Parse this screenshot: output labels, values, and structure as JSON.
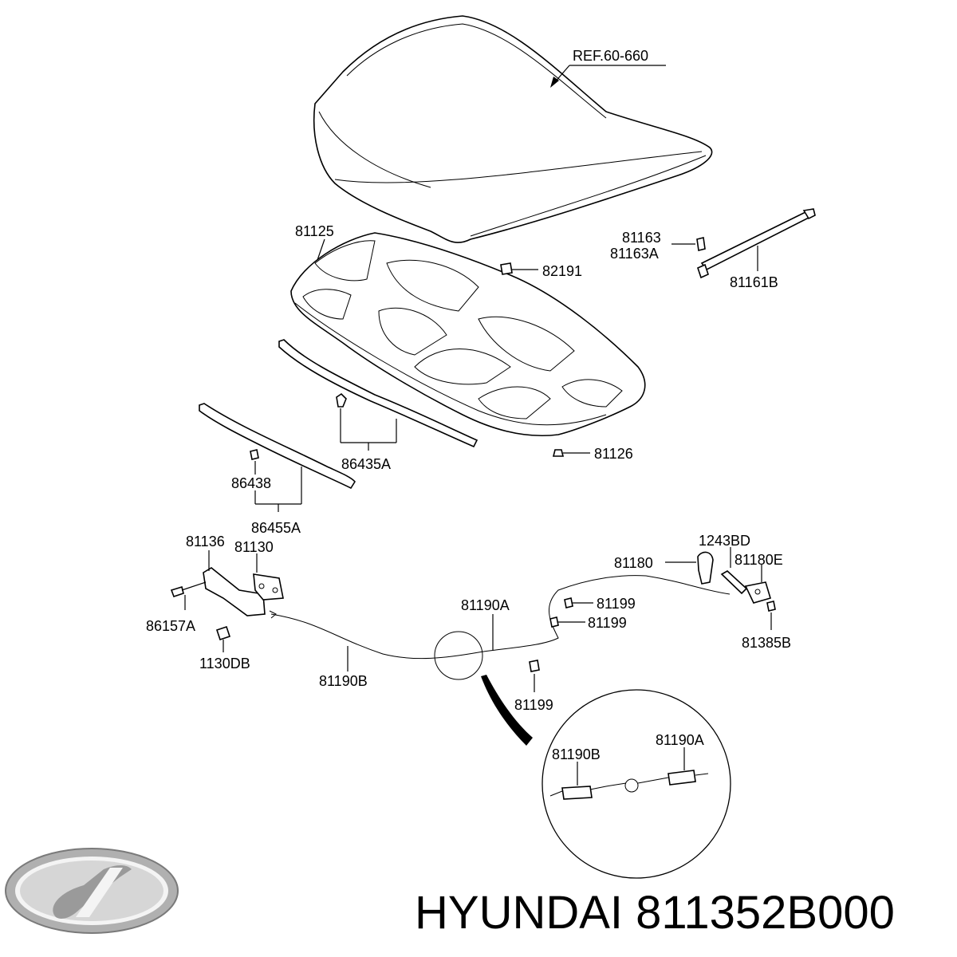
{
  "brand": "HYUNDAI",
  "part_number": "811352B000",
  "labels": {
    "ref": "REF.60-660",
    "p81125": "81125",
    "p81163": "81163",
    "p81163A": "81163A",
    "p82191": "82191",
    "p81161B": "81161B",
    "p86435A": "86435A",
    "p81126": "81126",
    "p86438": "86438",
    "p86455A": "86455A",
    "p81136": "81136",
    "p81130": "81130",
    "p86157A": "86157A",
    "p1130DB": "1130DB",
    "p81190B": "81190B",
    "p81190A": "81190A",
    "p81199a": "81199",
    "p81199b": "81199",
    "p81199c": "81199",
    "p81180": "81180",
    "p1243BD": "1243BD",
    "p81180E": "81180E",
    "p81385B": "81385B",
    "detail81190B": "81190B",
    "detail81190A": "81190A"
  },
  "logo_icon": "hyundai-logo-icon"
}
